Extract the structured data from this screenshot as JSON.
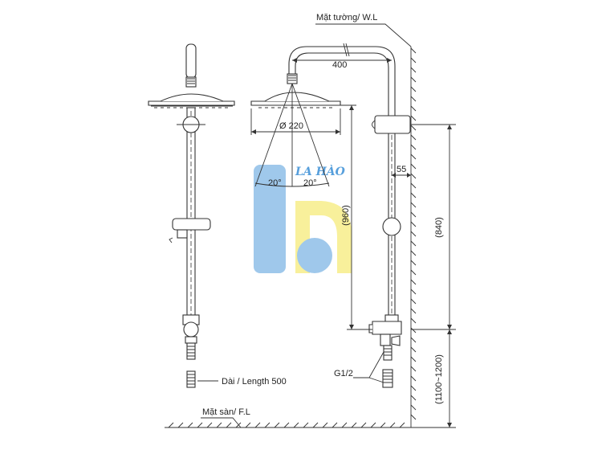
{
  "labels": {
    "wall_level": "Mặt tường/ W.L",
    "width_400": "400",
    "head_diameter": "Ø 220",
    "angle_left": "20°",
    "angle_right": "20°",
    "offset_55": "55",
    "height_960": "(960)",
    "height_840": "(840)",
    "floor_height": "(1100~1200)",
    "inlet_thread": "G1/2",
    "hose_length": "Dài / Length 500",
    "floor_level": "Mặt sàn/ F.L"
  },
  "watermark": {
    "text": "LA HÀO",
    "colors": {
      "blue": "#8fbfe8",
      "yellow": "#f7ee8a",
      "text": "#3a8fd6"
    }
  },
  "colors": {
    "line": "#333333",
    "background": "#ffffff"
  }
}
